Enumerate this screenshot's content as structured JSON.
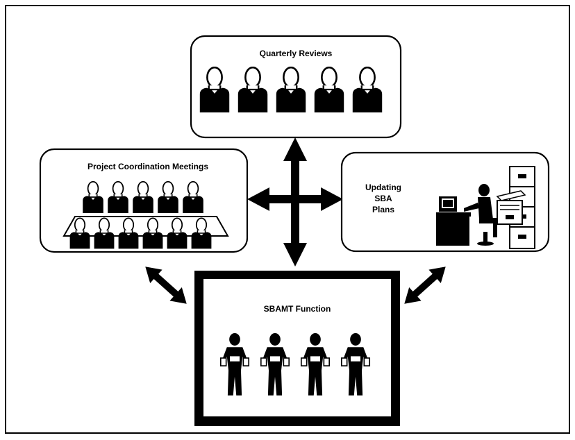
{
  "diagram": {
    "nodes": {
      "quarterly_reviews": {
        "label": "Quarterly Reviews",
        "people_icon": "seated-person-icon",
        "people_count": 5
      },
      "project_coordination": {
        "label": "Project Coordination Meetings",
        "people_icon": "seated-person-icon",
        "people_count": 11
      },
      "updating_sba": {
        "label_lines": [
          "Updating",
          "SBA",
          "Plans"
        ],
        "icons": [
          "desk-computer-icon",
          "seated-worker-icon",
          "filing-cabinet-icon"
        ]
      },
      "sbamt_function": {
        "label": "SBAMT Function",
        "people_icon": "standing-person-icon",
        "people_count": 4
      }
    },
    "connections": [
      {
        "from": "sbamt_function",
        "to": "quarterly_reviews",
        "style": "double-arrow"
      },
      {
        "from": "project_coordination",
        "to": "updating_sba",
        "style": "double-arrow"
      },
      {
        "from": "project_coordination",
        "to": "sbamt_function",
        "style": "double-arrow"
      },
      {
        "from": "updating_sba",
        "to": "sbamt_function",
        "style": "double-arrow"
      }
    ],
    "colors": {
      "ink": "#000000",
      "paper": "#ffffff"
    }
  }
}
